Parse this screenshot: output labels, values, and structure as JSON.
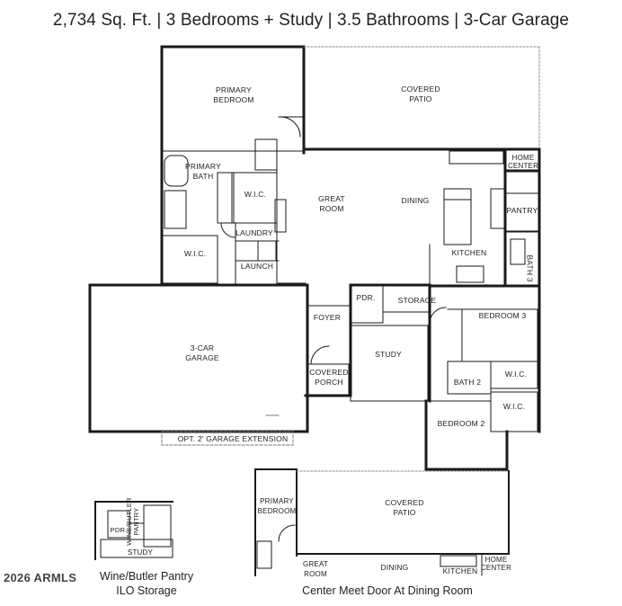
{
  "header": {
    "summary": "2,734 Sq. Ft. | 3 Bedrooms + Study | 3.5 Bathrooms | 3-Car Garage"
  },
  "rooms": {
    "primary_bedroom": "PRIMARY BEDROOM",
    "covered_patio": "COVERED PATIO",
    "primary_bath": "PRIMARY BATH",
    "wic_primary": "W.I.C.",
    "wic_lower": "W.I.C.",
    "home_center": "HOME CENTER",
    "great_room": "GREAT ROOM",
    "dining": "DINING",
    "pantry": "PANTRY",
    "laundry": "LAUNDRY",
    "launch": "LAUNCH",
    "kitchen": "KITCHEN",
    "bath3": "BATH 3",
    "pdr": "PDR.",
    "storage": "STORAGE",
    "foyer": "FOYER",
    "bedroom3": "BEDROOM 3",
    "garage": "3-CAR GARAGE",
    "study": "STUDY",
    "covered_porch": "COVERED PORCH",
    "bath2": "BATH 2",
    "wic_b3": "W.I.C.",
    "wic_b2": "W.I.C.",
    "bedroom2": "BEDROOM 2",
    "garage_ext": "OPT. 2' GARAGE EXTENSION"
  },
  "inset_left": {
    "wine_butler": "WINE/BUTLER PANTRY",
    "pdr": "PDR.",
    "study": "STUDY",
    "caption_line1": "Wine/Butler Pantry",
    "caption_line2": "ILO Storage"
  },
  "inset_right": {
    "primary_bedroom": "PRIMARY BEDROOM",
    "covered_patio": "COVERED PATIO",
    "great_room": "GREAT ROOM",
    "dining": "DINING",
    "kitchen": "KITCHEN",
    "home_center": "HOME CENTER",
    "caption": "Center Meet Door At Dining Room"
  },
  "watermark": "2026 ARMLS"
}
